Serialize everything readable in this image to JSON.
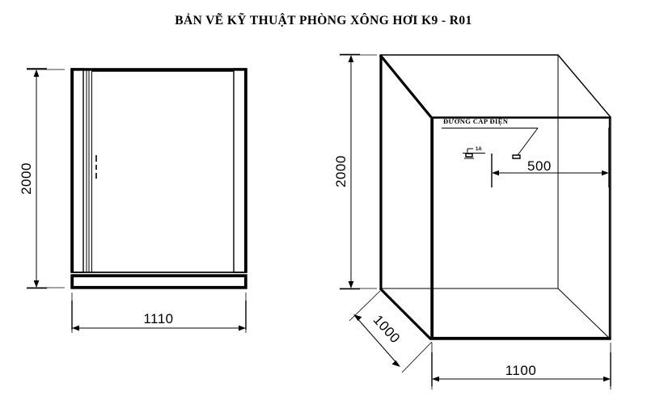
{
  "drawing": {
    "title": "BẢN VẼ KỸ THUẬT PHÒNG XÔNG HƠI K9 - R01",
    "background_color": "#ffffff",
    "line_color": "#000000"
  },
  "views": {
    "front": {
      "name": "front-elevation-view",
      "dimensions": {
        "height_label": "2000",
        "width_label": "1110"
      }
    },
    "isometric": {
      "name": "isometric-view",
      "dimensions": {
        "height_label": "2000",
        "depth_label": "1000",
        "width_label": "1100",
        "cable_offset_label": "500"
      },
      "annotations": {
        "cable_note": "ĐƯỜNG CÁP ĐIỆN",
        "outlet_label": "1A"
      }
    }
  }
}
